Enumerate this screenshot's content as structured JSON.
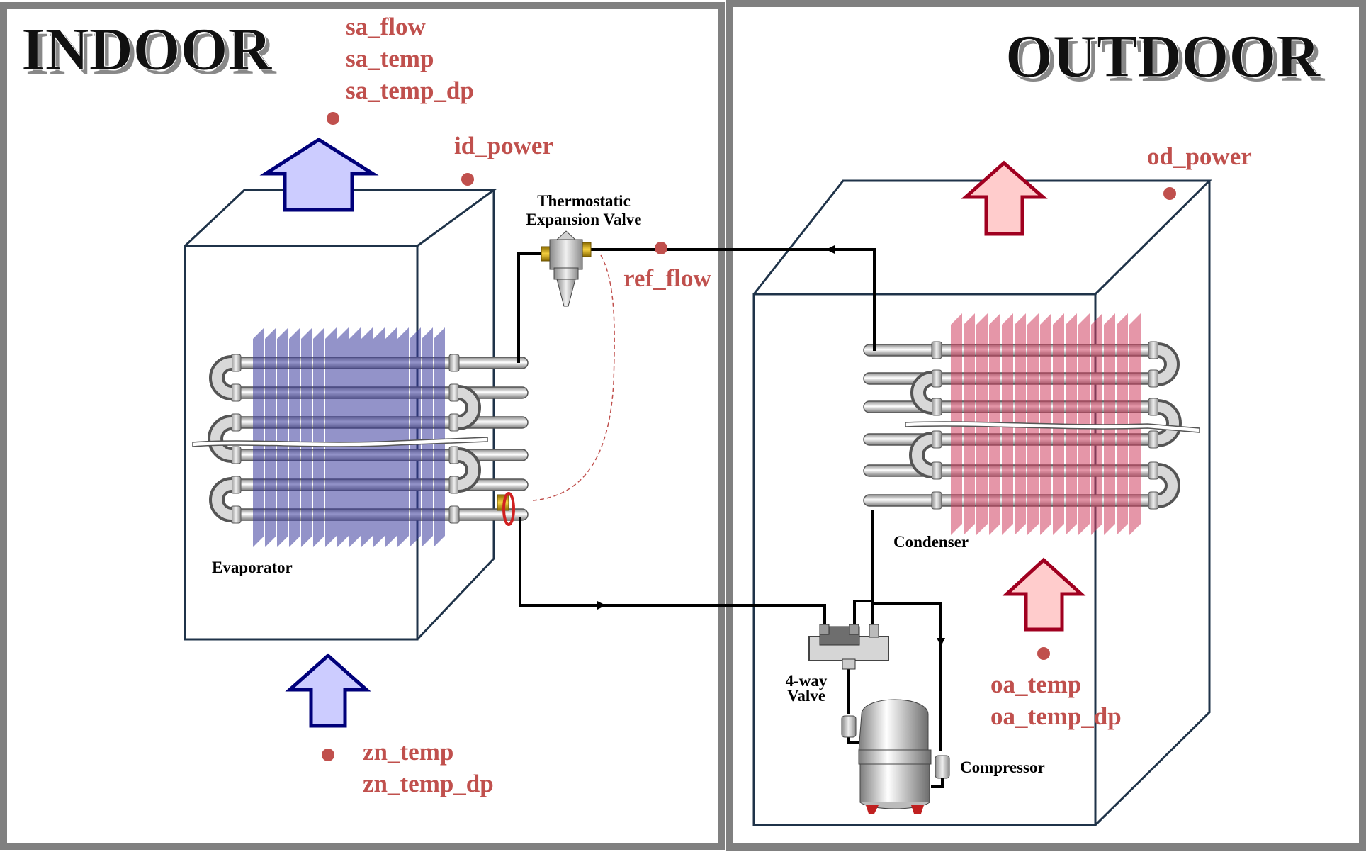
{
  "panels": {
    "indoor_title": "INDOOR",
    "outdoor_title": "OUTDOOR"
  },
  "sensors": {
    "sa_flow": "sa_flow",
    "sa_temp": "sa_temp",
    "sa_temp_dp": "sa_temp_dp",
    "id_power": "id_power",
    "ref_flow": "ref_flow",
    "zn_temp": "zn_temp",
    "zn_temp_dp": "zn_temp_dp",
    "od_power": "od_power",
    "oa_temp": "oa_temp",
    "oa_temp_dp": "oa_temp_dp"
  },
  "components": {
    "txv_line1": "Thermostatic",
    "txv_line2": "Expansion Valve",
    "evaporator": "Evaporator",
    "condenser": "Condenser",
    "valve_line1": "4-way",
    "valve_line2": "Valve",
    "compressor": "Compressor"
  },
  "colors": {
    "sensor_red": "#c0504d",
    "indoor_arrow_fill": "#ccccff",
    "indoor_arrow_stroke": "#00007a",
    "outdoor_arrow_fill": "#ffcccc",
    "outdoor_arrow_stroke": "#a00020",
    "evaporator_fin": "#3a3a9c",
    "condenser_fin": "#d04060",
    "frame_gray": "#808080"
  }
}
